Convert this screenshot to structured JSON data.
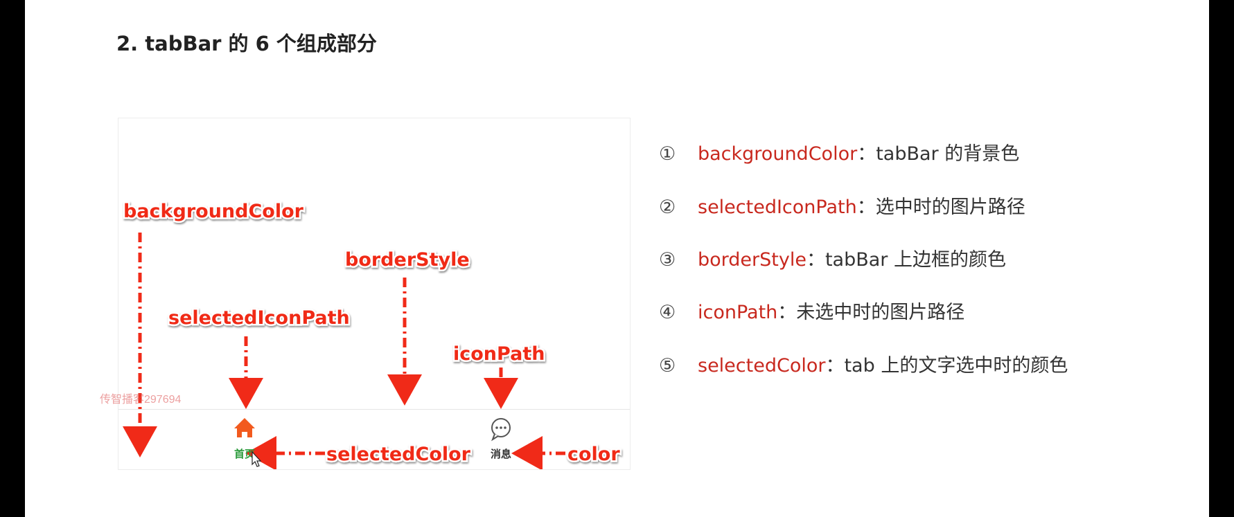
{
  "heading": "2. tabBar 的 6 个组成部分",
  "figure": {
    "labels": {
      "backgroundColor": "backgroundColor",
      "borderStyle": "borderStyle",
      "selectedIconPath": "selectedIconPath",
      "iconPath": "iconPath",
      "selectedColor": "selectedColor",
      "color": "color"
    },
    "tabs": [
      {
        "label": "首页",
        "icon": "home-icon",
        "selected": true
      },
      {
        "label": "消息",
        "icon": "message-icon",
        "selected": false
      }
    ],
    "colors": {
      "arrow": "#f02a18",
      "selected_tab": "#2a9a3a",
      "selected_icon": "#f25a1e"
    }
  },
  "items": [
    {
      "num": "①",
      "prop": "backgroundColor",
      "sep": "：",
      "desc": "tabBar 的背景色"
    },
    {
      "num": "②",
      "prop": "selectedIconPath",
      "sep": "：",
      "desc": "选中时的图片路径"
    },
    {
      "num": "③",
      "prop": "borderStyle",
      "sep": "：",
      "desc": "tabBar 上边框的颜色"
    },
    {
      "num": "④",
      "prop": "iconPath",
      "sep": "：",
      "desc": "未选中时的图片路径"
    },
    {
      "num": "⑤",
      "prop": "selectedColor",
      "sep": "：",
      "desc": "tab 上的文字选中时的颜色"
    }
  ],
  "watermark": "传智播客297694"
}
